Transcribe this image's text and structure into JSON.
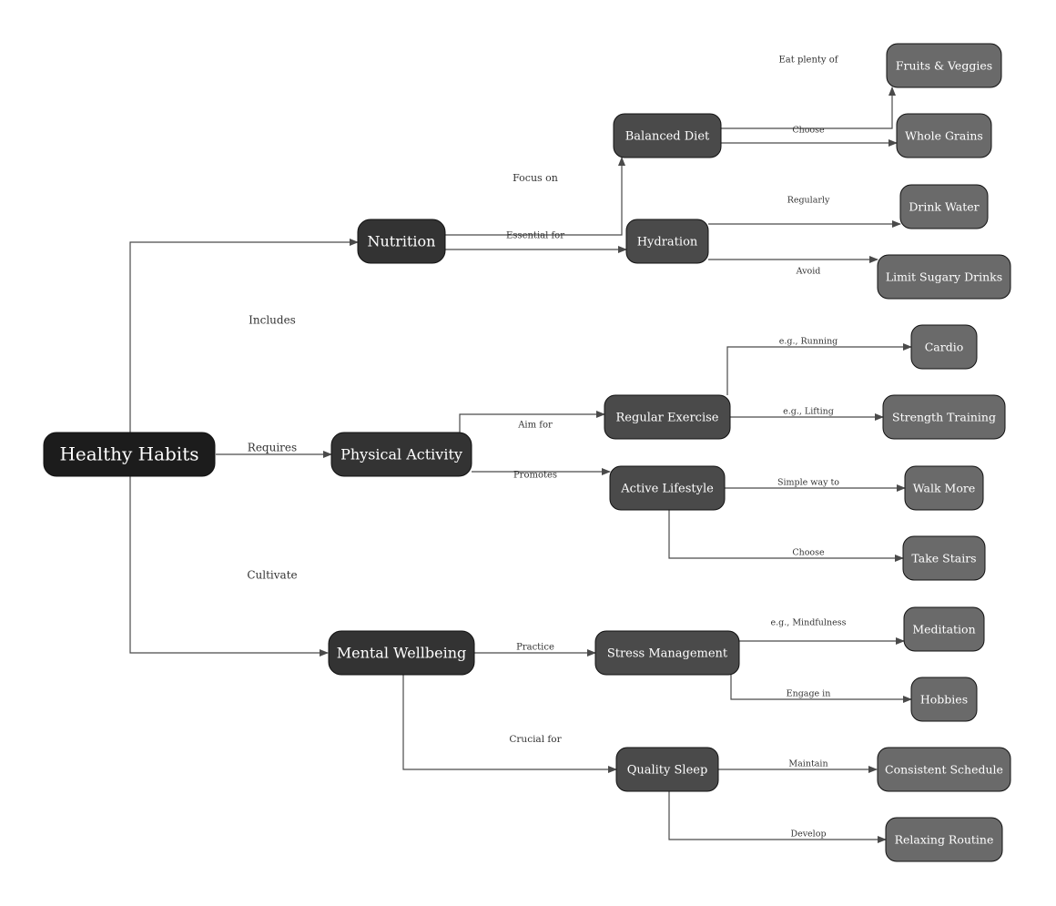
{
  "colors": {
    "background": "#ffffff",
    "edge": "#4a4a4a",
    "label": "#333333",
    "root_fill": "#1c1c1c",
    "level1_fill": "#333333",
    "level2_fill": "#4a4a4a",
    "leaf_fill": "#6a6a6a",
    "node_text": "#ffffff"
  },
  "nodes": {
    "healthy_habits": "Healthy Habits",
    "nutrition": "Nutrition",
    "physical_activity": "Physical Activity",
    "mental_wellbeing": "Mental Wellbeing",
    "balanced_diet": "Balanced Diet",
    "hydration": "Hydration",
    "regular_exercise": "Regular Exercise",
    "active_lifestyle": "Active Lifestyle",
    "stress_management": "Stress Management",
    "quality_sleep": "Quality Sleep",
    "fruits_veggies": "Fruits & Veggies",
    "whole_grains": "Whole Grains",
    "drink_water": "Drink Water",
    "limit_sugary_drinks": "Limit Sugary Drinks",
    "cardio": "Cardio",
    "strength_training": "Strength Training",
    "walk_more": "Walk More",
    "take_stairs": "Take Stairs",
    "meditation": "Meditation",
    "hobbies": "Hobbies",
    "consistent_schedule": "Consistent Schedule",
    "relaxing_routine": "Relaxing Routine"
  },
  "edges": [
    {
      "from": "healthy_habits",
      "to": "nutrition",
      "label": "Includes"
    },
    {
      "from": "healthy_habits",
      "to": "physical_activity",
      "label": "Requires"
    },
    {
      "from": "healthy_habits",
      "to": "mental_wellbeing",
      "label": "Cultivate"
    },
    {
      "from": "nutrition",
      "to": "balanced_diet",
      "label": "Focus on"
    },
    {
      "from": "nutrition",
      "to": "hydration",
      "label": "Essential for"
    },
    {
      "from": "balanced_diet",
      "to": "fruits_veggies",
      "label": "Eat plenty of"
    },
    {
      "from": "balanced_diet",
      "to": "whole_grains",
      "label": "Choose"
    },
    {
      "from": "hydration",
      "to": "drink_water",
      "label": "Regularly"
    },
    {
      "from": "hydration",
      "to": "limit_sugary_drinks",
      "label": "Avoid"
    },
    {
      "from": "physical_activity",
      "to": "regular_exercise",
      "label": "Aim for"
    },
    {
      "from": "physical_activity",
      "to": "active_lifestyle",
      "label": "Promotes"
    },
    {
      "from": "regular_exercise",
      "to": "cardio",
      "label": "e.g., Running"
    },
    {
      "from": "regular_exercise",
      "to": "strength_training",
      "label": "e.g., Lifting"
    },
    {
      "from": "active_lifestyle",
      "to": "walk_more",
      "label": "Simple way to"
    },
    {
      "from": "active_lifestyle",
      "to": "take_stairs",
      "label": "Choose"
    },
    {
      "from": "mental_wellbeing",
      "to": "stress_management",
      "label": "Practice"
    },
    {
      "from": "mental_wellbeing",
      "to": "quality_sleep",
      "label": "Crucial for"
    },
    {
      "from": "stress_management",
      "to": "meditation",
      "label": "e.g., Mindfulness"
    },
    {
      "from": "stress_management",
      "to": "hobbies",
      "label": "Engage in"
    },
    {
      "from": "quality_sleep",
      "to": "consistent_schedule",
      "label": "Maintain"
    },
    {
      "from": "quality_sleep",
      "to": "relaxing_routine",
      "label": "Develop"
    }
  ]
}
